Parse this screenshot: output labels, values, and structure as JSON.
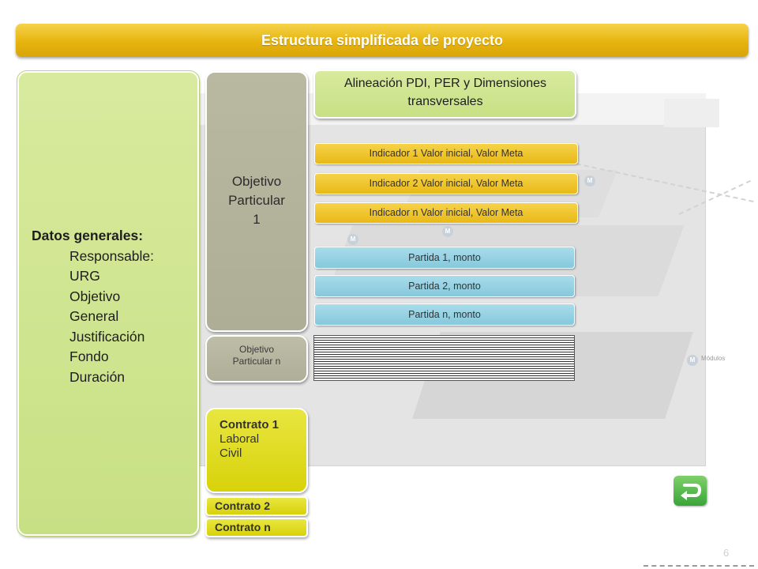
{
  "title": "Estructura simplificada de proyecto",
  "datos_generales": {
    "title": "Datos generales:",
    "items": [
      "Responsable:",
      "URG",
      "Objetivo",
      "General",
      "Justificación",
      "Fondo",
      "Duración"
    ]
  },
  "objetivo_particular_1": [
    "Objetivo",
    "Particular",
    "1"
  ],
  "objetivo_particular_n": [
    "Objetivo",
    "Particular n"
  ],
  "alineacion": [
    "Alineación PDI, PER y Dimensiones",
    "transversales"
  ],
  "indicadores": [
    "Indicador 1   Valor inicial,  Valor Meta",
    "Indicador 2 Valor inicial,  Valor Meta",
    "Indicador n Valor inicial,  Valor Meta"
  ],
  "partidas": [
    "Partida 1, monto",
    "Partida 2, monto",
    "Partida n, monto"
  ],
  "contrato_1": {
    "title": "Contrato 1",
    "lines": [
      "Laboral",
      "Civil"
    ]
  },
  "contrato_2": "Contrato 2",
  "contrato_n": "Contrato n",
  "background": {
    "module_label": "Módulos",
    "dot_letter": "M"
  },
  "page_number": "6",
  "icons": {
    "return": "return-arrow-icon"
  }
}
